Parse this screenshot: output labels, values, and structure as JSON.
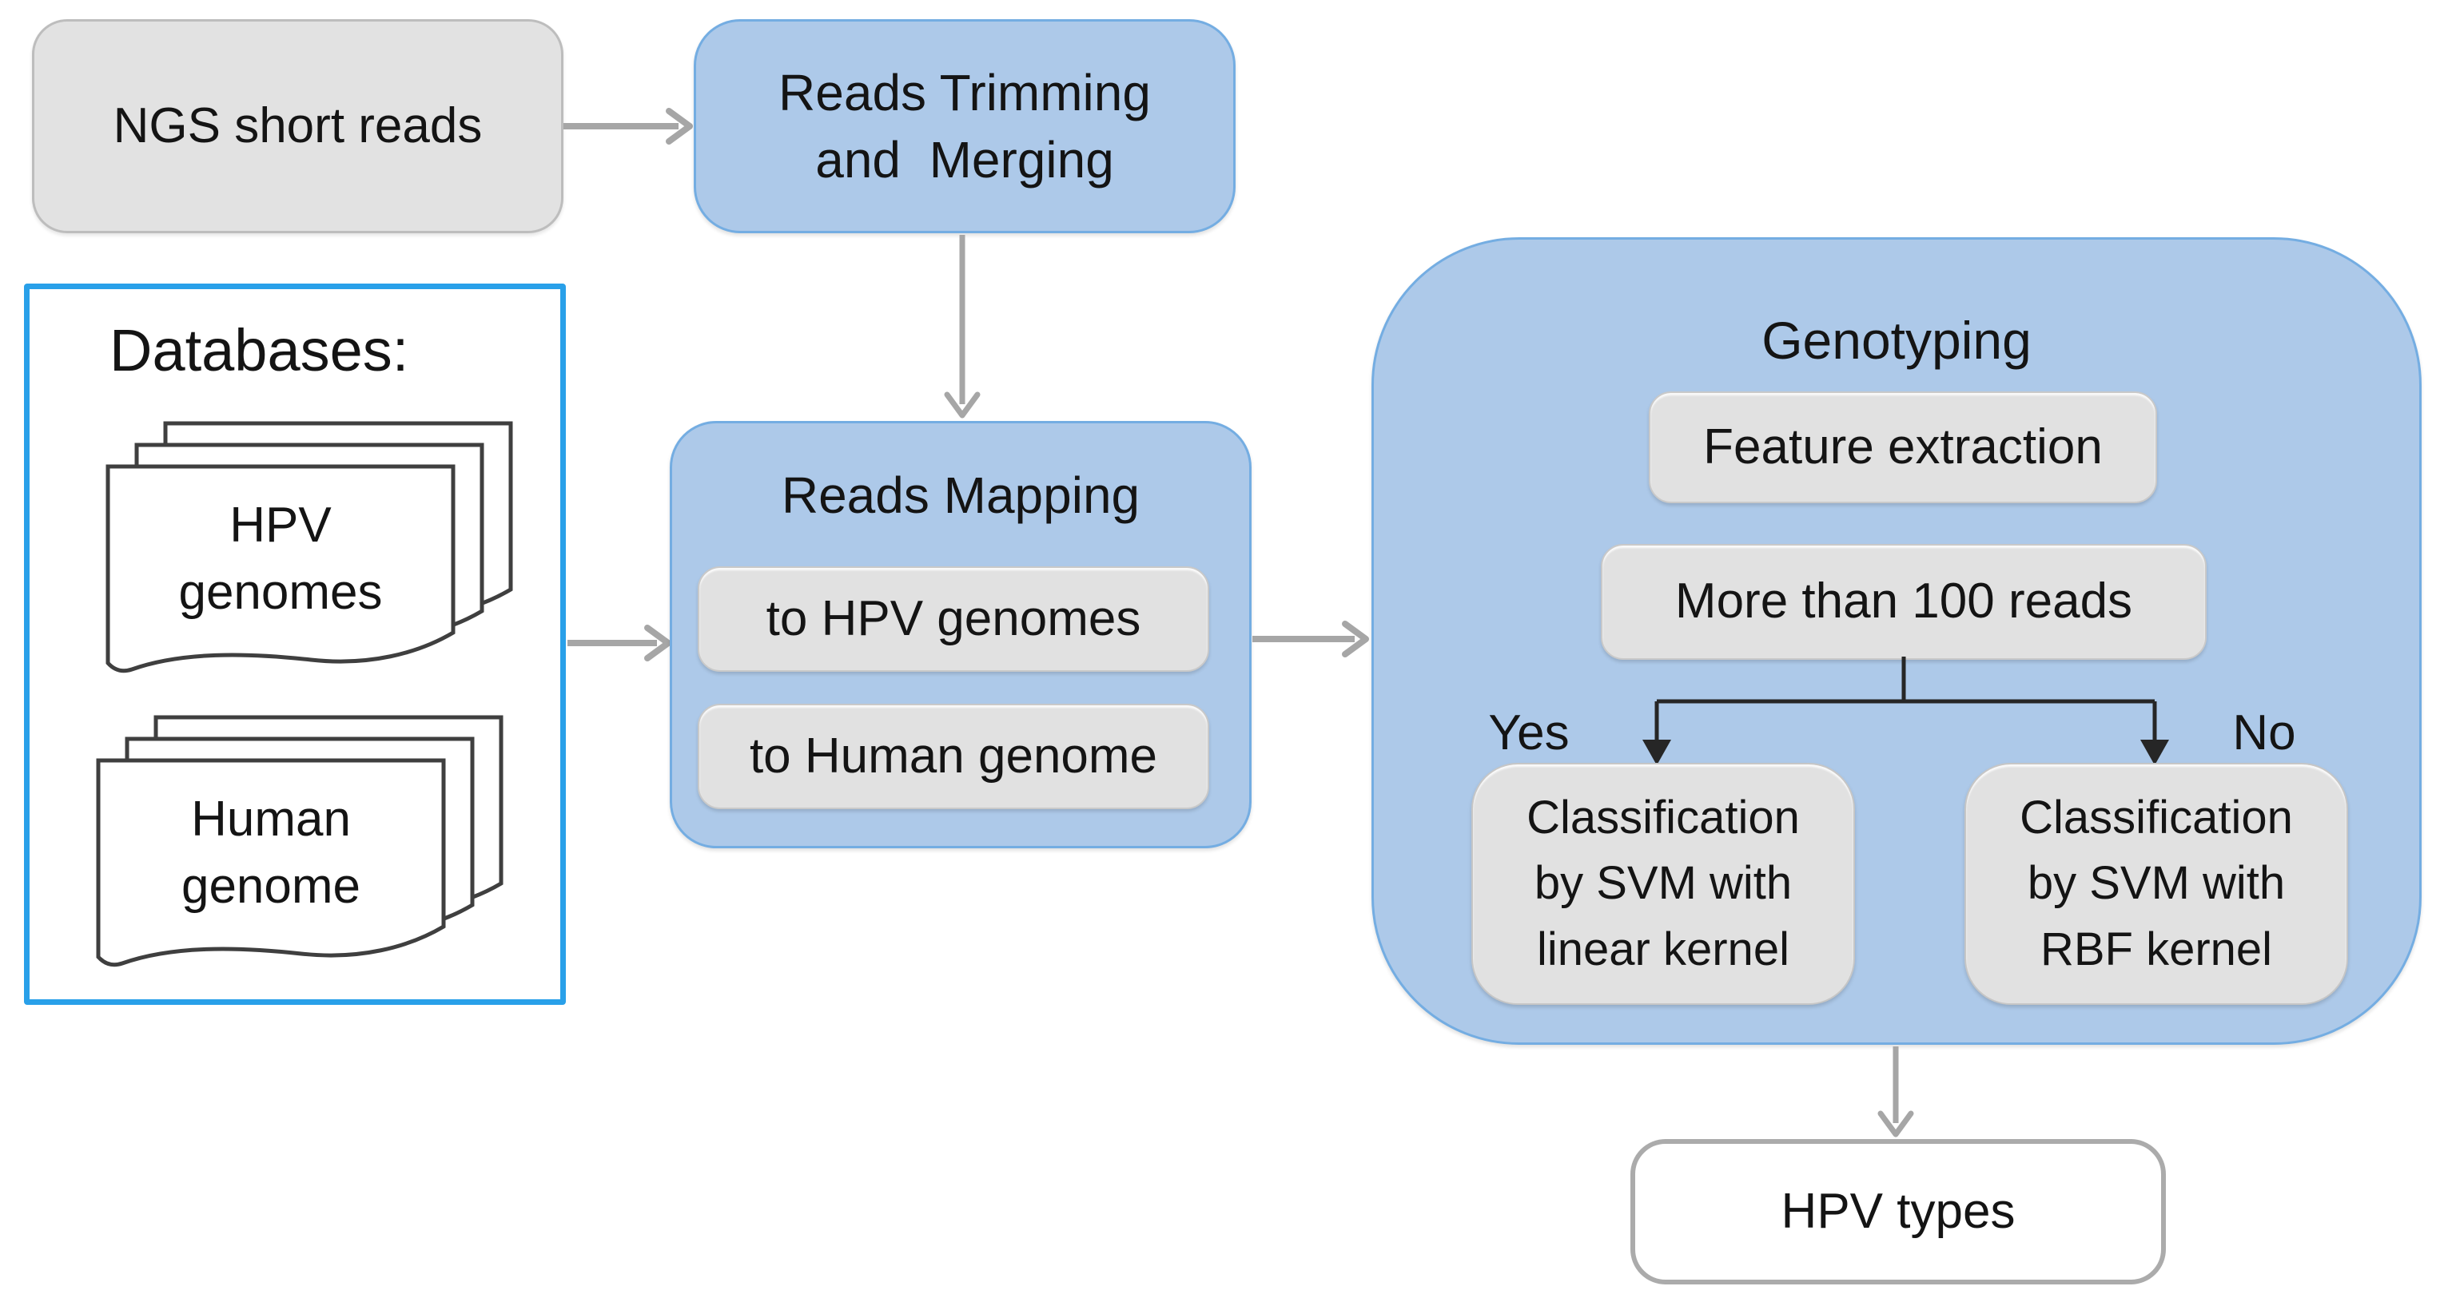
{
  "diagram_title": "HPV genotyping NGS pipeline flowchart",
  "colors": {
    "blue_fill": "#ADC9E9",
    "blue_border": "#74ADE2",
    "databases_border": "#29A0E9",
    "gray_fill": "#E2E2E2",
    "inner_gray_fill": "#E1E1E1",
    "arrow_gray": "#A6A6A6",
    "connector_black": "#262626",
    "output_border": "#ABABAB",
    "document_stroke": "#3f3f3f",
    "text": "#141414",
    "background": "#FFFFFF"
  },
  "nodes": {
    "ngs": {
      "label": "NGS short reads"
    },
    "trimming": {
      "line1": "Reads Trimming",
      "line2": "and  Merging"
    },
    "databases": {
      "label": "Databases:",
      "hpv_stack": {
        "line1": "HPV",
        "line2": "genomes"
      },
      "human_stack": {
        "line1": "Human",
        "line2": "genome"
      }
    },
    "mapping": {
      "title": "Reads Mapping",
      "sub1": "to HPV genomes",
      "sub2": "to Human genome"
    },
    "genotyping": {
      "title": "Genotyping",
      "feature": "Feature extraction",
      "threshold": "More than 100 reads",
      "yes_label": "Yes",
      "no_label": "No",
      "class_linear": {
        "line1": "Classification",
        "line2": "by SVM with",
        "line3": "linear kernel"
      },
      "class_rbf": {
        "line1": "Classification",
        "line2": "by SVM with",
        "line3": "RBF kernel"
      }
    },
    "output": {
      "label": "HPV types"
    }
  }
}
